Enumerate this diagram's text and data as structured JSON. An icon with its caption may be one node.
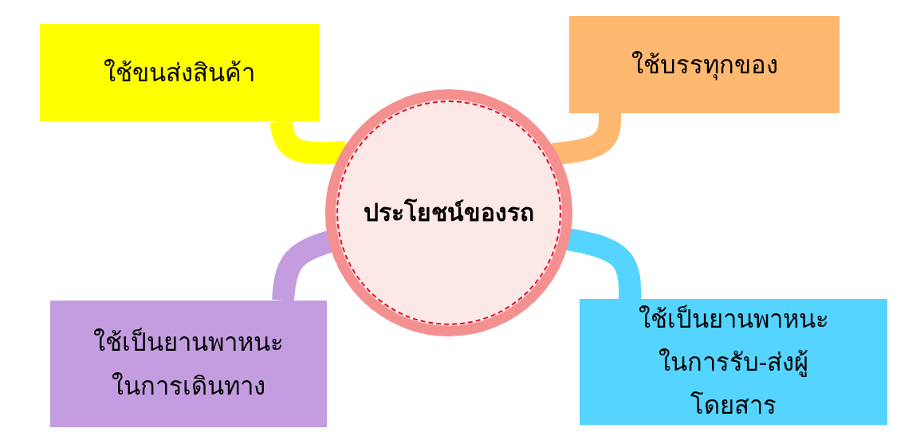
{
  "diagram": {
    "nodes": [
      {
        "text": [
          "ประโยชน์ของรถ"
        ]
      },
      {
        "text": [
          "ใช้ขนส่งสินค้า"
        ]
      },
      {
        "text": [
          "ใช้บรรทุกของ"
        ]
      },
      {
        "text": [
          "ใช้เป็นยานพาหนะ ในการเดินทาง"
        ]
      },
      {
        "text": [
          "ใช้เป็นยานพาหนะ ในการรับ-ส่งผู้โดยสาร"
        ]
      }
    ],
    "edges": [
      {
        "from": 0,
        "to": 1,
        "arrow": "none",
        "color": "#ffff00"
      },
      {
        "from": 0,
        "to": 2,
        "arrow": "none",
        "color": "#ffb870"
      },
      {
        "from": 0,
        "to": 3,
        "arrow": "none",
        "color": "#c39de0"
      },
      {
        "from": 0,
        "to": 4,
        "arrow": "none",
        "color": "#55d4ff"
      }
    ]
  }
}
